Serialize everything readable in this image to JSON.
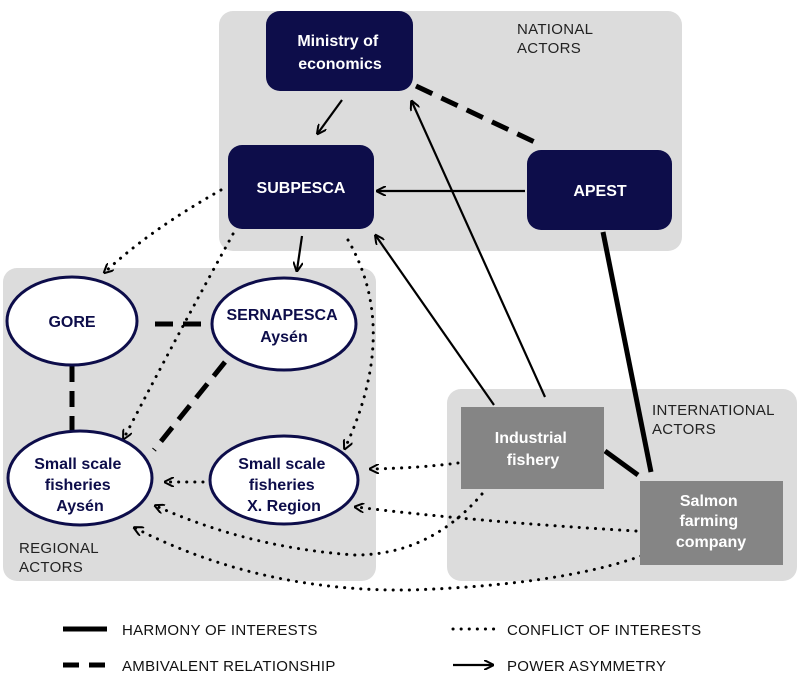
{
  "groups": {
    "national": [
      "NATIONAL",
      "ACTORS"
    ],
    "regional": [
      "REGIONAL",
      "ACTORS"
    ],
    "international": [
      "INTERNATIONAL",
      "ACTORS"
    ]
  },
  "nodes": {
    "ministry": [
      "Ministry of",
      "economics"
    ],
    "subpesca": [
      "SUBPESCA"
    ],
    "apest": [
      "APEST"
    ],
    "gore": [
      "GORE"
    ],
    "sernapesca": [
      "SERNAPESCA",
      "Aysén"
    ],
    "ssf_aysen": [
      "Small scale",
      "fisheries",
      "Aysén"
    ],
    "ssf_xregion": [
      "Small scale",
      "fisheries",
      "X. Region"
    ],
    "industrial": [
      "Industrial",
      "fishery"
    ],
    "salmon": [
      "Salmon",
      "farming",
      "company"
    ]
  },
  "legend": {
    "harmony": "HARMONY OF INTERESTS",
    "ambivalent": "AMBIVALENT RELATIONSHIP",
    "conflict": "CONFLICT OF INTERESTS",
    "power": "POWER ASYMMETRY"
  },
  "colors": {
    "navy": "#0d0d4a",
    "group_bg": "#dcdcdc",
    "gray_node": "#858585",
    "line": "#000000"
  }
}
